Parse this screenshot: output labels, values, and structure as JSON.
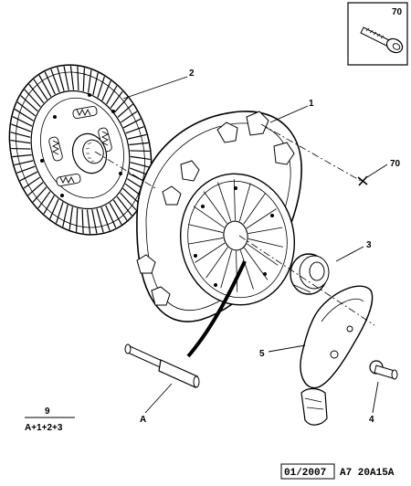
{
  "callouts": {
    "part_1": "1",
    "part_2": "2",
    "part_3": "3",
    "part_4": "4",
    "part_5": "5",
    "part_70_inset": "70",
    "part_70_main": "70",
    "part_a": "A"
  },
  "kit": {
    "number": "9",
    "formula": "A+1+2+3"
  },
  "footer": {
    "date_code": "01/2007",
    "reference": "A7 20A15A"
  }
}
